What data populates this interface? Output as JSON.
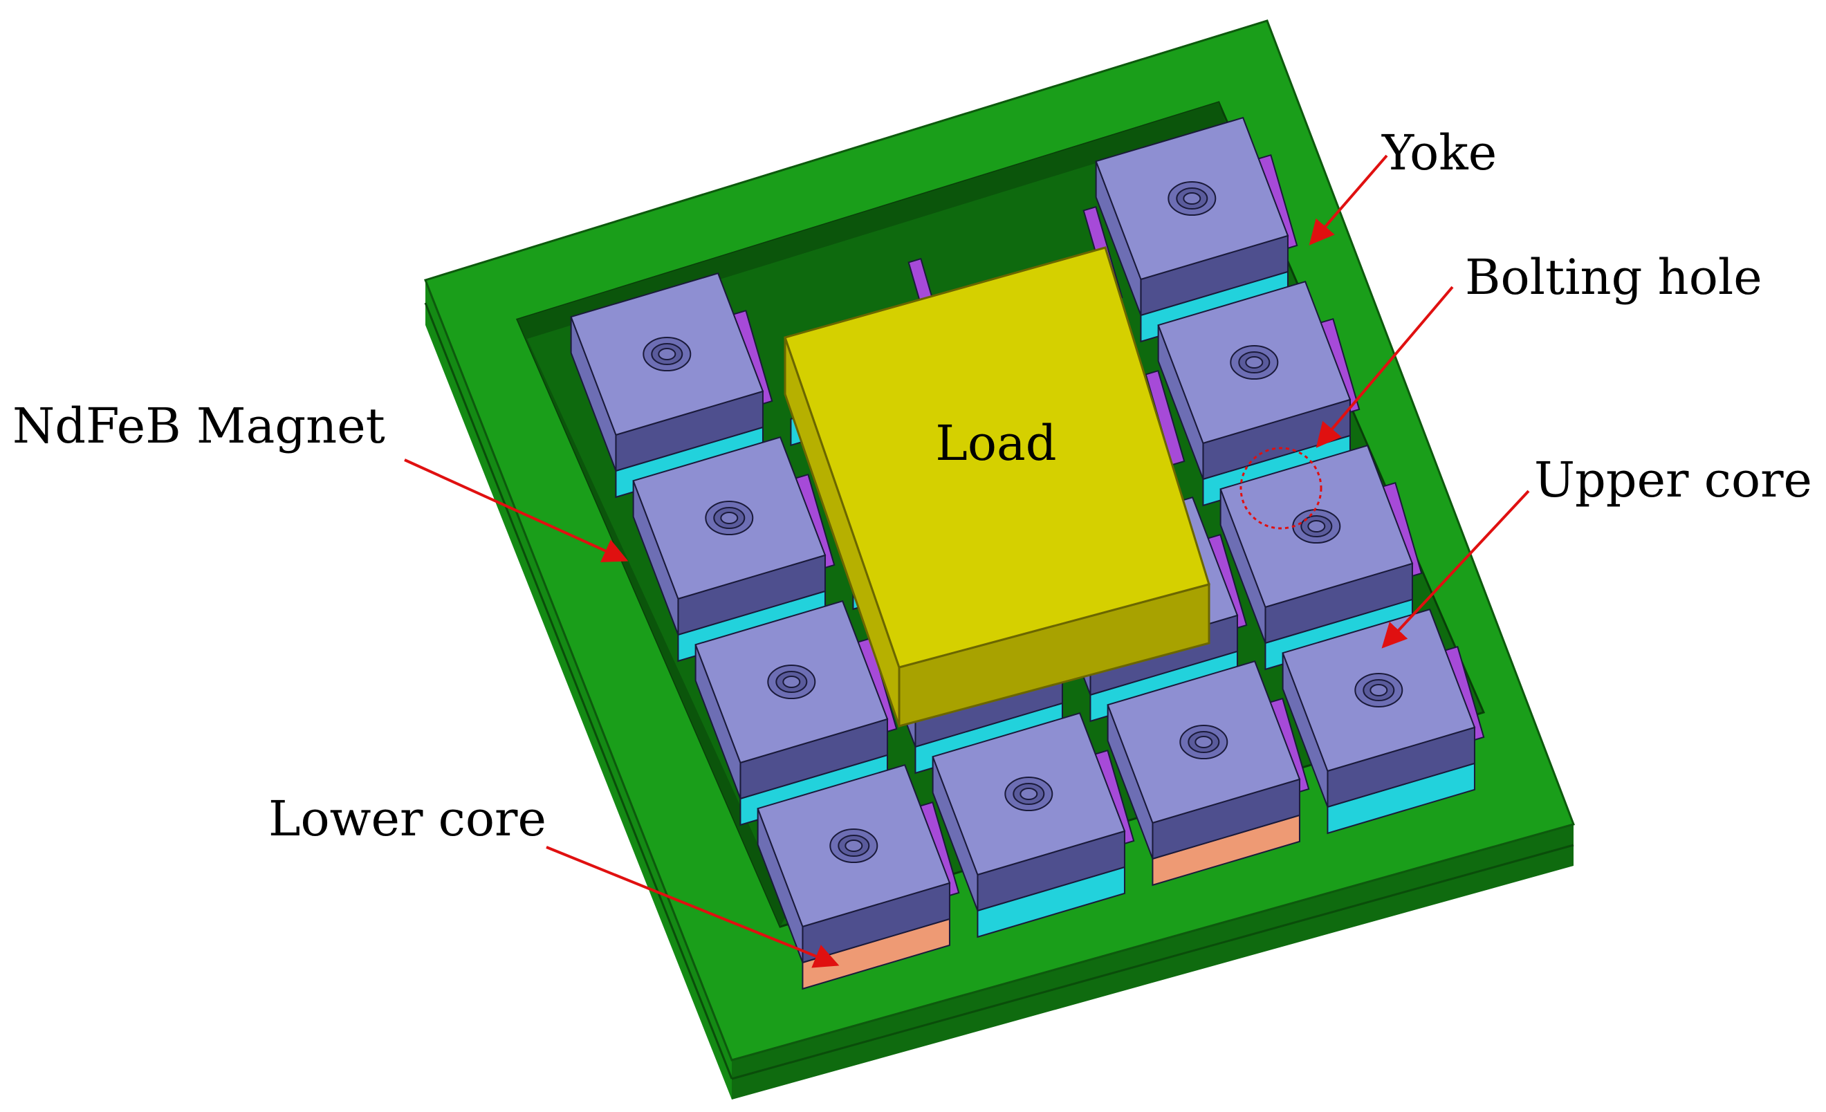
{
  "labels": {
    "yoke": "Yoke",
    "bolting_hole": "Bolting hole",
    "ndfeb_magnet": "NdFeB Magnet",
    "upper_core": "Upper core",
    "lower_core": "Lower core",
    "load": "Load"
  },
  "colors": {
    "yoke_top": "#1a9e1a",
    "yoke_front": "#0f6b0f",
    "yoke_side": "#148a14",
    "core_top": "#8e8fd2",
    "core_front": "#4e4f8e",
    "core_side": "#6d6eb4",
    "magnet": "#a64ad8",
    "load_top": "#d5d000",
    "load_front": "#a8a200",
    "arrow": "#e01010",
    "cyan": "#22d2dc",
    "salmon": "#ee9a74"
  }
}
